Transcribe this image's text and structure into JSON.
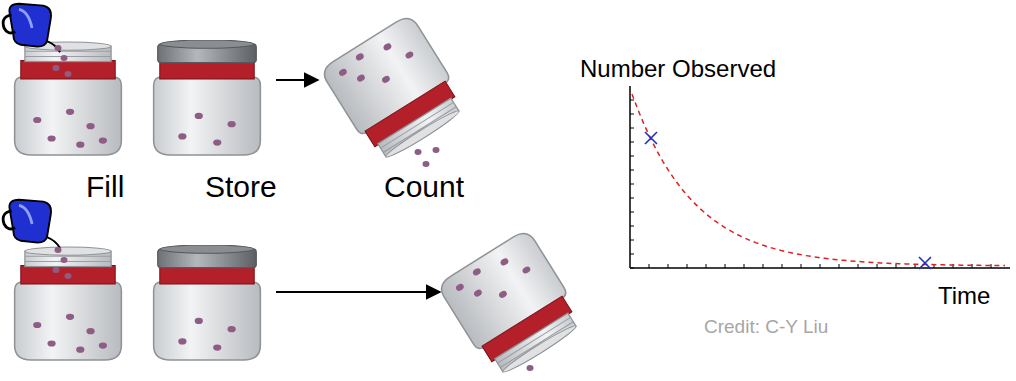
{
  "diagram": {
    "labels": [
      "Fill",
      "Store",
      "Count",
      "Number Observed",
      "Time",
      "Credit: C-Y Liu"
    ]
  }
}
